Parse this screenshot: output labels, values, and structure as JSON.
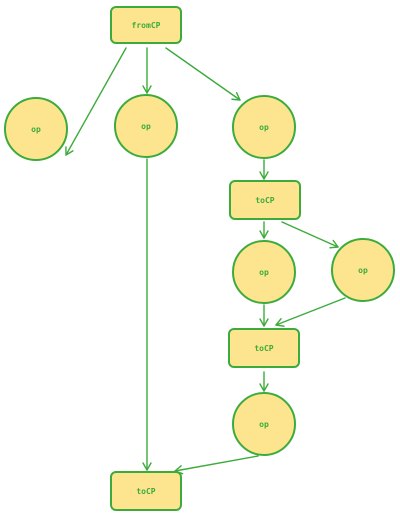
{
  "colors": {
    "fill": "#fde58f",
    "stroke": "#3cab3c",
    "edge": "#3cab3c",
    "label": "#3cab3c",
    "background": "#ffffff"
  },
  "nodes": [
    {
      "id": "fromcp",
      "kind": "box",
      "label": "fromCP"
    },
    {
      "id": "op-left",
      "kind": "circle",
      "label": "op"
    },
    {
      "id": "op-mid",
      "kind": "circle",
      "label": "op"
    },
    {
      "id": "op-right-top",
      "kind": "circle",
      "label": "op"
    },
    {
      "id": "tocp-right-1",
      "kind": "box",
      "label": "toCP"
    },
    {
      "id": "op-right-2a",
      "kind": "circle",
      "label": "op"
    },
    {
      "id": "op-right-2b",
      "kind": "circle",
      "label": "op"
    },
    {
      "id": "tocp-right-2",
      "kind": "box",
      "label": "toCP"
    },
    {
      "id": "op-right-bottom",
      "kind": "circle",
      "label": "op"
    },
    {
      "id": "tocp-bottom",
      "kind": "box",
      "label": "toCP"
    }
  ],
  "edges": [
    {
      "from": "fromcp",
      "to": "op-left",
      "connected": false
    },
    {
      "from": "fromcp",
      "to": "op-mid",
      "connected": true
    },
    {
      "from": "fromcp",
      "to": "op-right-top",
      "connected": true
    },
    {
      "from": "op-mid",
      "to": "tocp-bottom",
      "connected": true
    },
    {
      "from": "op-right-top",
      "to": "tocp-right-1",
      "connected": true
    },
    {
      "from": "tocp-right-1",
      "to": "op-right-2a",
      "connected": true
    },
    {
      "from": "tocp-right-1",
      "to": "op-right-2b",
      "connected": true
    },
    {
      "from": "op-right-2a",
      "to": "tocp-right-2",
      "connected": true
    },
    {
      "from": "op-right-2b",
      "to": "tocp-right-2",
      "connected": true
    },
    {
      "from": "tocp-right-2",
      "to": "op-right-bottom",
      "connected": true
    },
    {
      "from": "op-right-bottom",
      "to": "tocp-bottom",
      "connected": true
    }
  ]
}
